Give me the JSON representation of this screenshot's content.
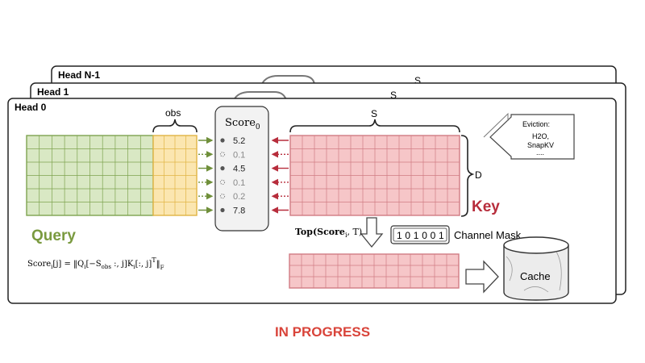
{
  "heads": {
    "back2_title": "Head N-1",
    "back1_title": "Head 1",
    "front_title": "Head 0",
    "back2_s": "S",
    "back1_s": "S"
  },
  "query": {
    "label": "Query",
    "color": "#7a9a3f"
  },
  "obs": {
    "label": "obs"
  },
  "score": {
    "title": "Score",
    "subscript": "0",
    "values": [
      "5.2",
      "0.1",
      "4.5",
      "0.1",
      "0.2",
      "7.8"
    ],
    "selected": [
      true,
      false,
      true,
      false,
      false,
      true
    ]
  },
  "key": {
    "label": "Key",
    "s_label": "S",
    "d_label": "D",
    "color": "#b72d3c"
  },
  "eviction": {
    "title": "Eviction:",
    "line1": "H2O,",
    "line2": "SnapKV",
    "line3": "...."
  },
  "topk": {
    "label": "Top(Score",
    "sub": "i",
    "tail": ", T)"
  },
  "mask": {
    "bits": [
      "1",
      "0",
      "1",
      "0",
      "0",
      "1"
    ],
    "label": "Channel Mask"
  },
  "formula": {
    "lhs": "Score",
    "lhs_sub": "i",
    "arg": "[j] = ‖Q",
    "q_sub": "i",
    "mid": "[−S",
    "obs_sub": "obs",
    "mid2": " :, j]K",
    "k_sub": "i",
    "tail": "[:, j]",
    "sup": "T",
    "end": "‖",
    "norm_sub": "F"
  },
  "cache": {
    "label": "Cache"
  },
  "status": {
    "text": "IN PROGRESS"
  }
}
